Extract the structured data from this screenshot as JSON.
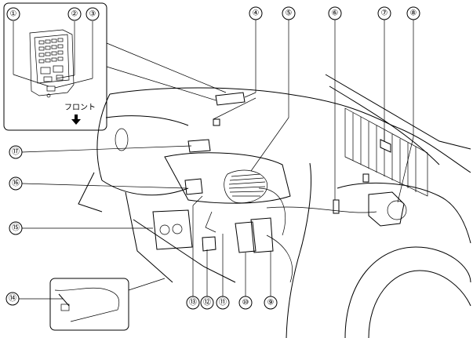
{
  "callouts": [
    {
      "id": "c1",
      "label": "①"
    },
    {
      "id": "c2",
      "label": "②"
    },
    {
      "id": "c3",
      "label": "③"
    },
    {
      "id": "c4",
      "label": "④"
    },
    {
      "id": "c5",
      "label": "⑤"
    },
    {
      "id": "c6",
      "label": "⑥"
    },
    {
      "id": "c7",
      "label": "⑦"
    },
    {
      "id": "c8",
      "label": "⑧"
    },
    {
      "id": "c9",
      "label": "⑨"
    },
    {
      "id": "c10",
      "label": "⑩"
    },
    {
      "id": "c11",
      "label": "⑪"
    },
    {
      "id": "c12",
      "label": "⑫"
    },
    {
      "id": "c13",
      "label": "⑬"
    },
    {
      "id": "c14",
      "label": "⑭"
    },
    {
      "id": "c15",
      "label": "⑮"
    },
    {
      "id": "c16",
      "label": "⑯"
    },
    {
      "id": "c17",
      "label": "⑰"
    }
  ],
  "inset": {
    "direction_label": "フロント"
  },
  "icons": {
    "arrow": "down-arrow-icon"
  }
}
